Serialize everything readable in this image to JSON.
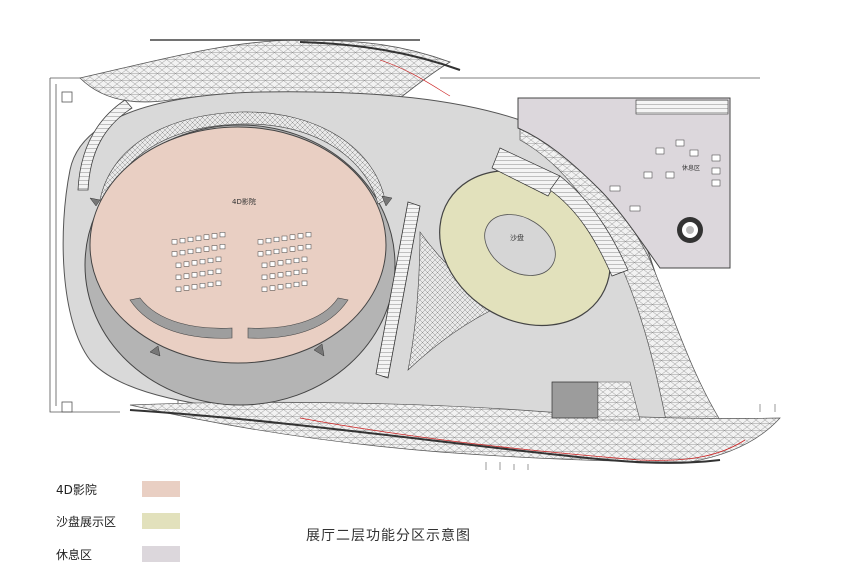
{
  "plan": {
    "labels": {
      "cinema": "4D影院",
      "sand_table": "沙盘",
      "rest_area": "休息区"
    }
  },
  "legend": [
    {
      "label": "4D影院",
      "color": "#e9cfc3"
    },
    {
      "label": "沙盘展示区",
      "color": "#e2e1bc"
    },
    {
      "label": "休息区",
      "color": "#dcd7dc"
    }
  ],
  "caption": "展厅二层功能分区示意图",
  "colors": {
    "floor": "#d9d9d9",
    "dark_floor": "#b4b4b4",
    "lines": "#555555",
    "red_line": "#cc2222"
  }
}
